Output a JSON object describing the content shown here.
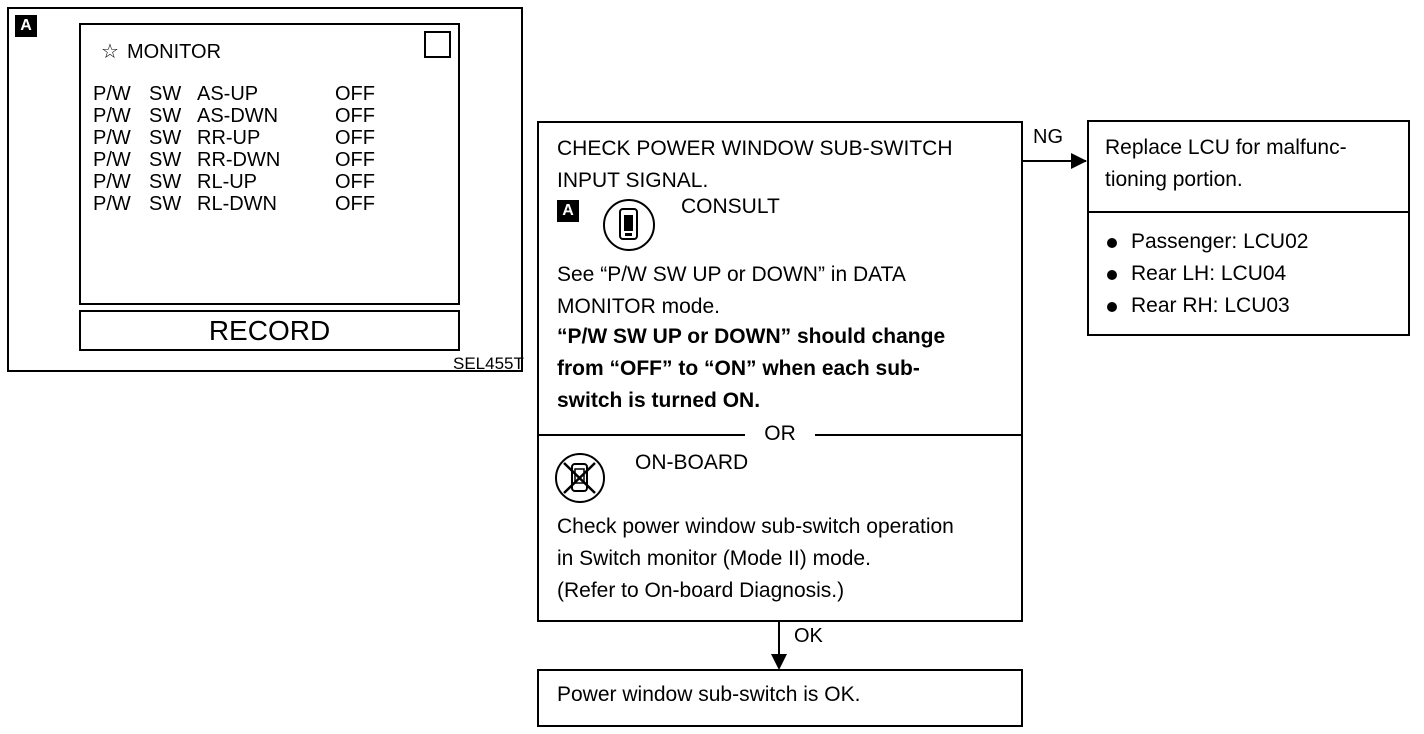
{
  "monitor_panel": {
    "badge": "A",
    "title": "MONITOR",
    "title_icon": "star-icon",
    "rows": [
      {
        "c1": "P/W",
        "c2": "SW",
        "c3": "AS-UP",
        "value": "OFF"
      },
      {
        "c1": "P/W",
        "c2": "SW",
        "c3": "AS-DWN",
        "value": "OFF"
      },
      {
        "c1": "P/W",
        "c2": "SW",
        "c3": "RR-UP",
        "value": "OFF"
      },
      {
        "c1": "P/W",
        "c2": "SW",
        "c3": "RR-DWN",
        "value": "OFF"
      },
      {
        "c1": "P/W",
        "c2": "SW",
        "c3": "RL-UP",
        "value": "OFF"
      },
      {
        "c1": "P/W",
        "c2": "SW",
        "c3": "RL-DWN",
        "value": "OFF"
      }
    ],
    "record_label": "RECORD",
    "figure_code": "SEL455T"
  },
  "check_box": {
    "title": "CHECK POWER WINDOW SUB-SWITCH\nINPUT SIGNAL.",
    "consult_badge": "A",
    "consult_icon": "consult-tester-icon",
    "consult_label": "CONSULT",
    "consult_text": "See “P/W SW UP or DOWN” in DATA\nMONITOR mode.",
    "consult_bold": "“P/W SW UP or DOWN” should change\nfrom “OFF” to “ON” when each sub-\nswitch is turned ON.",
    "or_label": "OR",
    "onboard_icon": "no-consult-icon",
    "onboard_label": "ON-BOARD",
    "onboard_text": "Check power window sub-switch operation\nin Switch monitor (Mode II) mode.\n(Refer to On-board Diagnosis.)"
  },
  "ng_branch": {
    "label": "NG",
    "heading": "Replace LCU for malfunc-\ntioning portion.",
    "items": [
      "Passenger: LCU02",
      "Rear LH: LCU04",
      "Rear RH: LCU03"
    ]
  },
  "ok_branch": {
    "label": "OK",
    "result": "Power window sub-switch is OK."
  }
}
